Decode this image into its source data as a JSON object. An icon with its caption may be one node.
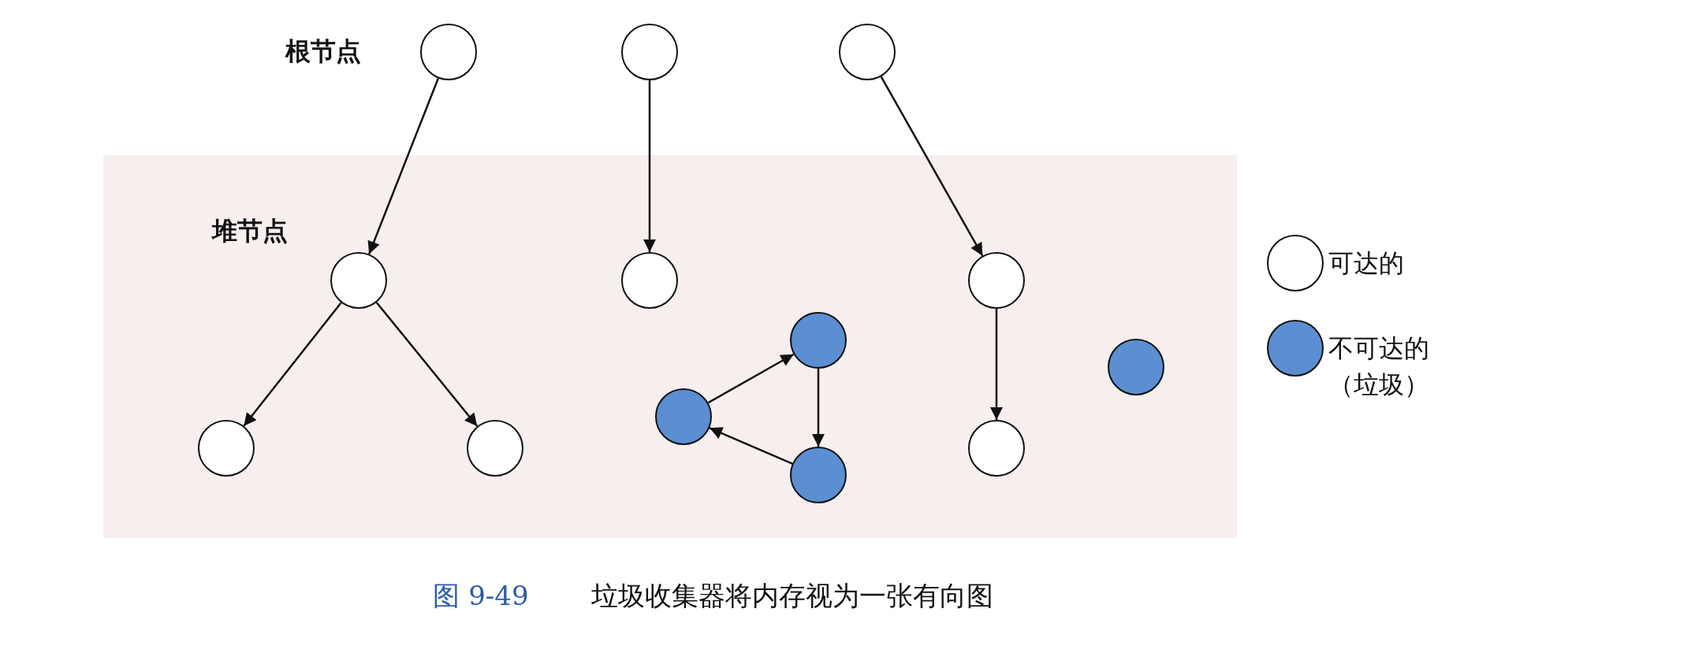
{
  "diagram": {
    "caption": "垃圾收集器将内存视为一张有向图",
    "nodes": [
      {
        "text": [],
        "shape": "circle"
      },
      {
        "text": [],
        "shape": "circle"
      },
      {
        "text": [],
        "shape": "circle"
      },
      {
        "text": [],
        "shape": "circle"
      },
      {
        "text": [],
        "shape": "circle"
      },
      {
        "text": [],
        "shape": "circle"
      },
      {
        "text": [],
        "shape": "circle"
      },
      {
        "text": [],
        "shape": "circle"
      },
      {
        "text": [],
        "shape": "circle"
      },
      {
        "text": [],
        "shape": "circle"
      },
      {
        "text": [],
        "shape": "circle"
      },
      {
        "text": [],
        "shape": "circle"
      },
      {
        "text": [],
        "shape": "circle"
      }
    ],
    "edges": [
      {
        "from": 0,
        "to": 3,
        "arrow": "to"
      },
      {
        "from": 3,
        "to": 6,
        "arrow": "to"
      },
      {
        "from": 3,
        "to": 7,
        "arrow": "to"
      },
      {
        "from": 1,
        "to": 4,
        "arrow": "to"
      },
      {
        "from": 2,
        "to": 5,
        "arrow": "to"
      },
      {
        "from": 5,
        "to": 11,
        "arrow": "to"
      },
      {
        "from": 9,
        "to": 8,
        "arrow": "to"
      },
      {
        "from": 8,
        "to": 10,
        "arrow": "to"
      },
      {
        "from": 10,
        "to": 9,
        "arrow": "to"
      }
    ],
    "labels": [
      "根节点",
      "堆节点",
      "图 9-49"
    ],
    "legend": [
      {
        "text": "可达的",
        "color": "#ffffff"
      },
      {
        "text": "不可达的（垃圾）",
        "color": "#5b8fd2"
      }
    ]
  }
}
